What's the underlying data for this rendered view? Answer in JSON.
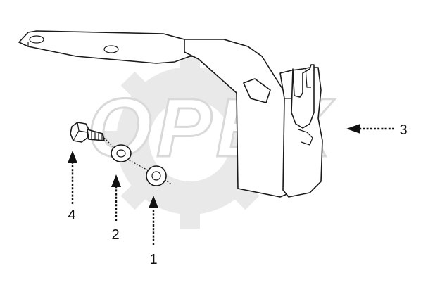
{
  "callouts": [
    {
      "id": "1",
      "label": "1"
    },
    {
      "id": "2",
      "label": "2"
    },
    {
      "id": "3",
      "label": "3"
    },
    {
      "id": "4",
      "label": "4"
    }
  ],
  "watermark": {
    "text": "OPEX"
  },
  "colors": {
    "line": "#1a1a1a",
    "watermark": "#e9e9e9",
    "background": "#ffffff"
  }
}
